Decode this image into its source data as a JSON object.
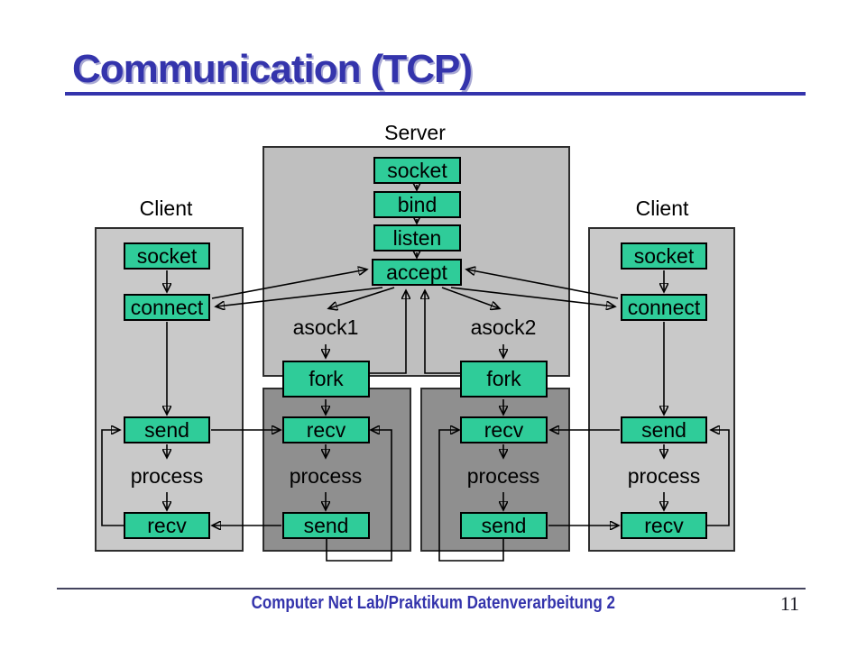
{
  "slide": {
    "title": "Communication (TCP)",
    "footer_text": "Computer Net Lab/Praktikum Datenverarbeitung 2",
    "page_number": "11"
  },
  "colors": {
    "title_blue": "#3434AC",
    "node_green": "#2FCC99",
    "server_gray": "#BFBFBF",
    "client_gray": "#C9C9C9",
    "handler_gray": "#8F8F8F",
    "line_black": "#000000"
  },
  "diagram": {
    "server": {
      "label": "Server",
      "socket": "socket",
      "bind": "bind",
      "listen": "listen",
      "accept": "accept",
      "asock1": "asock1",
      "asock2": "asock2",
      "fork_left": "fork",
      "fork_right": "fork"
    },
    "client_left": {
      "label": "Client",
      "socket": "socket",
      "connect": "connect",
      "send": "send",
      "process": "process",
      "recv": "recv"
    },
    "client_right": {
      "label": "Client",
      "socket": "socket",
      "connect": "connect",
      "send": "send",
      "process": "process",
      "recv": "recv"
    },
    "handler_left": {
      "recv": "recv",
      "process": "process",
      "send": "send"
    },
    "handler_right": {
      "recv": "recv",
      "process": "process",
      "send": "send"
    }
  }
}
